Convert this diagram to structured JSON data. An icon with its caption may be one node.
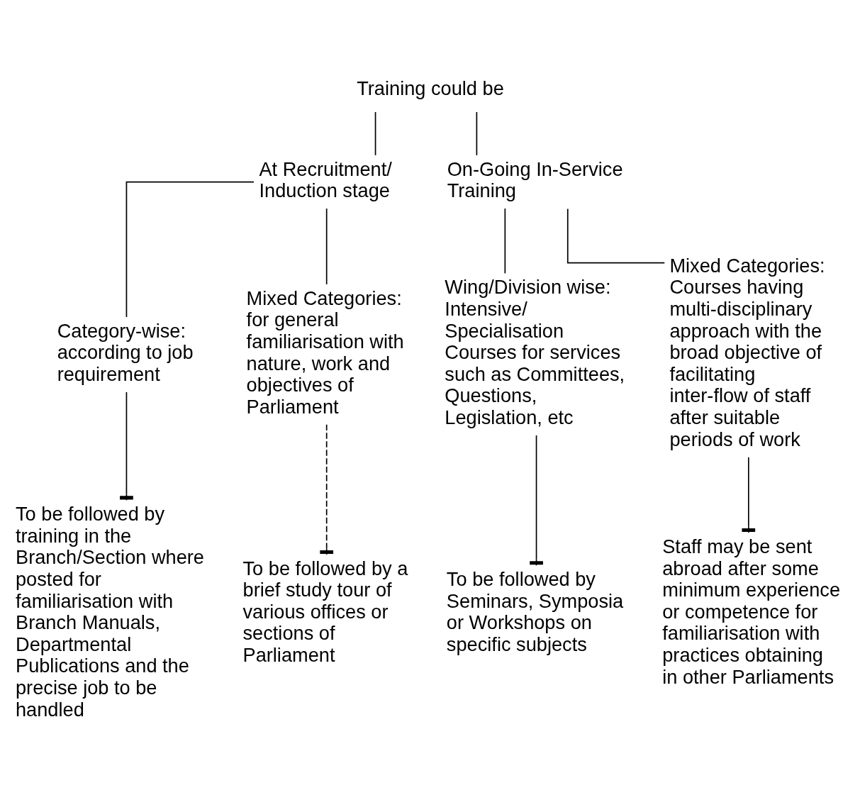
{
  "diagram": {
    "nodes": [
      {
        "text": [
          "Training could be"
        ]
      },
      {
        "text": [
          "At Recruitment/ Induction stage"
        ]
      },
      {
        "text": [
          "On-Going In-Service Training"
        ]
      },
      {
        "text": [
          "Category-wise: according to job requirement"
        ]
      },
      {
        "text": [
          "Mixed Categories: for general familiarisation with nature, work and objectives of Parliament"
        ]
      },
      {
        "text": [
          "Wing/Division wise: Intensive/ Specialisation Courses for services such as Committees, Questions, Legislation, etc"
        ]
      },
      {
        "text": [
          "Mixed Categories: Courses having multi-disciplinary approach with the broad objective of facilitating inter-flow of staff after suitable periods of work"
        ]
      },
      {
        "text": [
          "To be followed by training in the Branch/Section where posted for familiarisation with Branch Manuals, Departmental Publications and the precise job to be handled"
        ]
      },
      {
        "text": [
          "To be followed by a brief study tour of various offices or sections of Parliament"
        ]
      },
      {
        "text": [
          "To be followed by Seminars, Symposia or Workshops on specific subjects"
        ]
      },
      {
        "text": [
          "Staff may be sent abroad after some minimum experience or competence for familiarisation with practices obtaining in other Parliaments"
        ]
      }
    ],
    "edges": [
      {
        "from": 0,
        "to": 1,
        "arrow": "none"
      },
      {
        "from": 0,
        "to": 2,
        "arrow": "none"
      },
      {
        "from": 1,
        "to": 3,
        "arrow": "none"
      },
      {
        "from": 1,
        "to": 4,
        "arrow": "none"
      },
      {
        "from": 2,
        "to": 5,
        "arrow": "none"
      },
      {
        "from": 2,
        "to": 6,
        "arrow": "none"
      },
      {
        "from": 3,
        "to": 7,
        "arrow": "other"
      },
      {
        "from": 4,
        "to": 8,
        "arrow": "other",
        "style": "dashed"
      },
      {
        "from": 5,
        "to": 9,
        "arrow": "other"
      },
      {
        "from": 6,
        "to": 10,
        "arrow": "other"
      }
    ]
  }
}
